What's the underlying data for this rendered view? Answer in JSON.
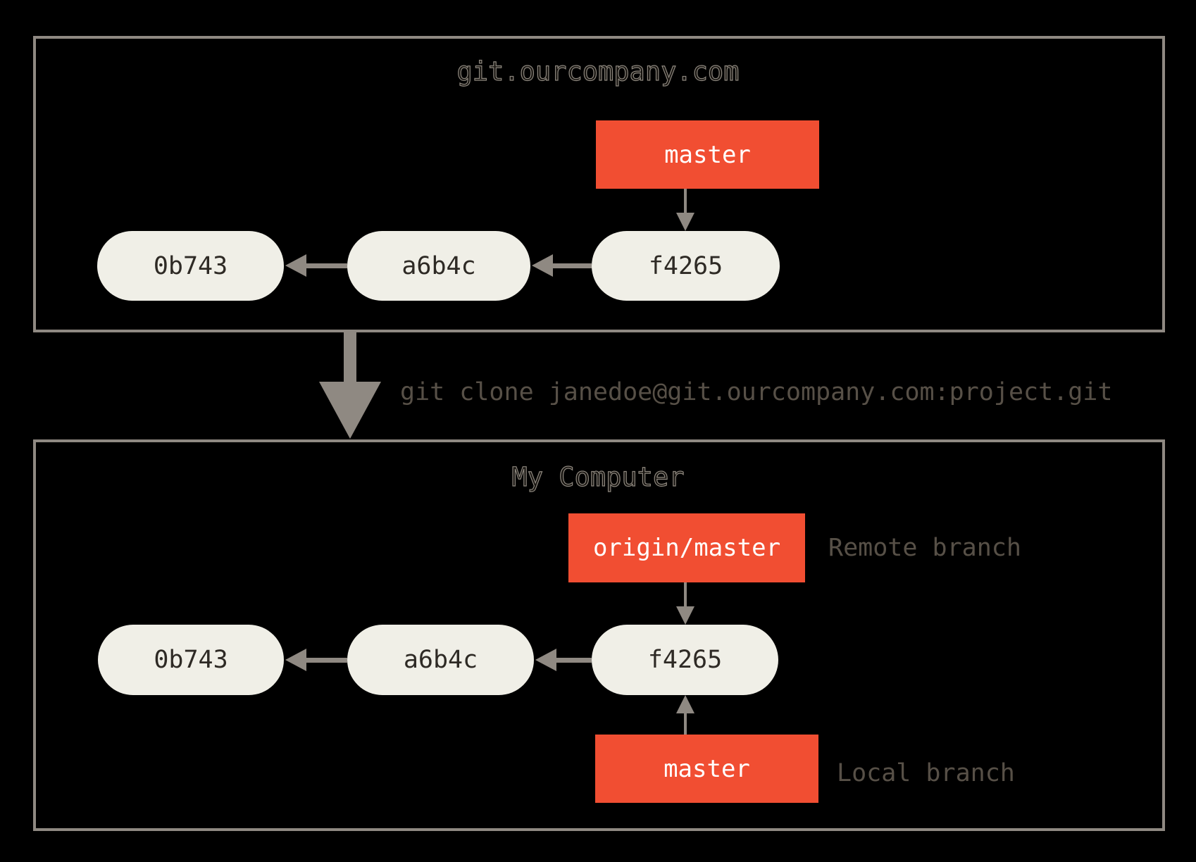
{
  "diagram": {
    "colors": {
      "background": "#000000",
      "box_border": "#8f8982",
      "arrow": "#8f8982",
      "branch_box_fill": "#f14e32",
      "branch_box_text": "#ffffff",
      "commit_node_fill": "#f0efe7",
      "commit_node_text": "#2e2a25",
      "annotation_text": "#575047",
      "title_outline": "#8e887f"
    },
    "remote_repo": {
      "title": "git.ourcompany.com",
      "branch_label": "master",
      "commits": [
        "0b743",
        "a6b4c",
        "f4265"
      ]
    },
    "clone_command": "git clone janedoe@git.ourcompany.com:project.git",
    "local_repo": {
      "title": "My Computer",
      "remote_branch_label": "origin/master",
      "remote_branch_annotation": "Remote branch",
      "local_branch_label": "master",
      "local_branch_annotation": "Local branch",
      "commits": [
        "0b743",
        "a6b4c",
        "f4265"
      ]
    }
  }
}
